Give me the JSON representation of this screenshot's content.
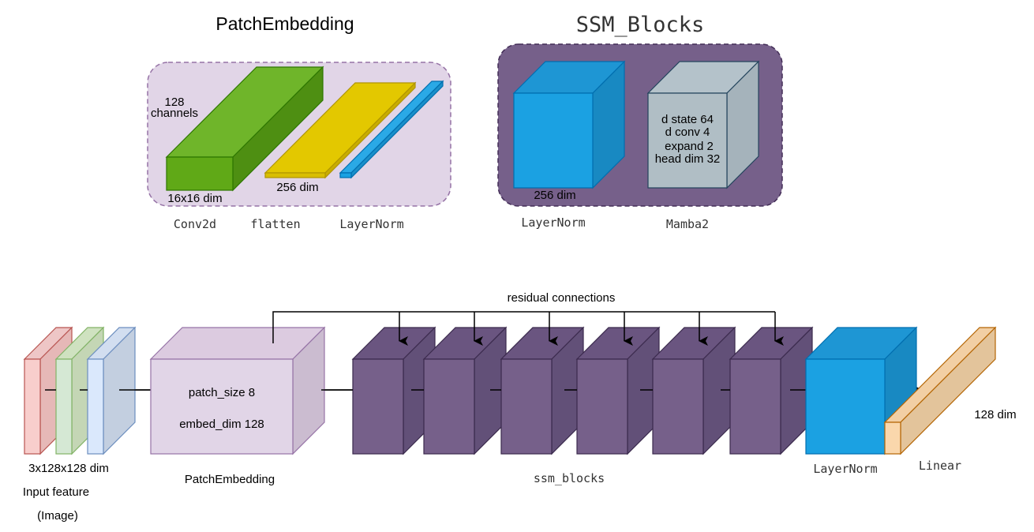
{
  "top_left": {
    "title": "PatchEmbedding",
    "channels_line1": "128",
    "channels_line2": "channels",
    "conv_dim": "16x16 dim",
    "flatten_dim": "256 dim",
    "labels": [
      "Conv2d",
      "flatten",
      "LayerNorm"
    ]
  },
  "top_right": {
    "title": "SSM_Blocks",
    "norm_dim": "256 dim",
    "mamba_params": [
      "d state 64",
      "d conv 4",
      "expand 2",
      "head dim 32"
    ],
    "labels": [
      "LayerNorm",
      "Mamba2"
    ]
  },
  "pipeline": {
    "residual_label": "residual connections",
    "input_dim": "3x128x128 dim",
    "input_label_1": "Input feature",
    "input_label_2": "(Image)",
    "patch_size": "patch_size 8",
    "embed_dim": "embed_dim 128",
    "patch_label": "PatchEmbedding",
    "ssm_label": "ssm_blocks",
    "norm_label": "LayerNorm",
    "linear_label": "Linear",
    "output_dim": "128 dim"
  },
  "colors": {
    "green": "#60a917",
    "yellow": "#d9be00",
    "blue": "#1ba1e2",
    "purple": "#76608a",
    "lavender": "#e1d5e7",
    "slate": "#b0bec5",
    "orange": "#fad7ac"
  }
}
